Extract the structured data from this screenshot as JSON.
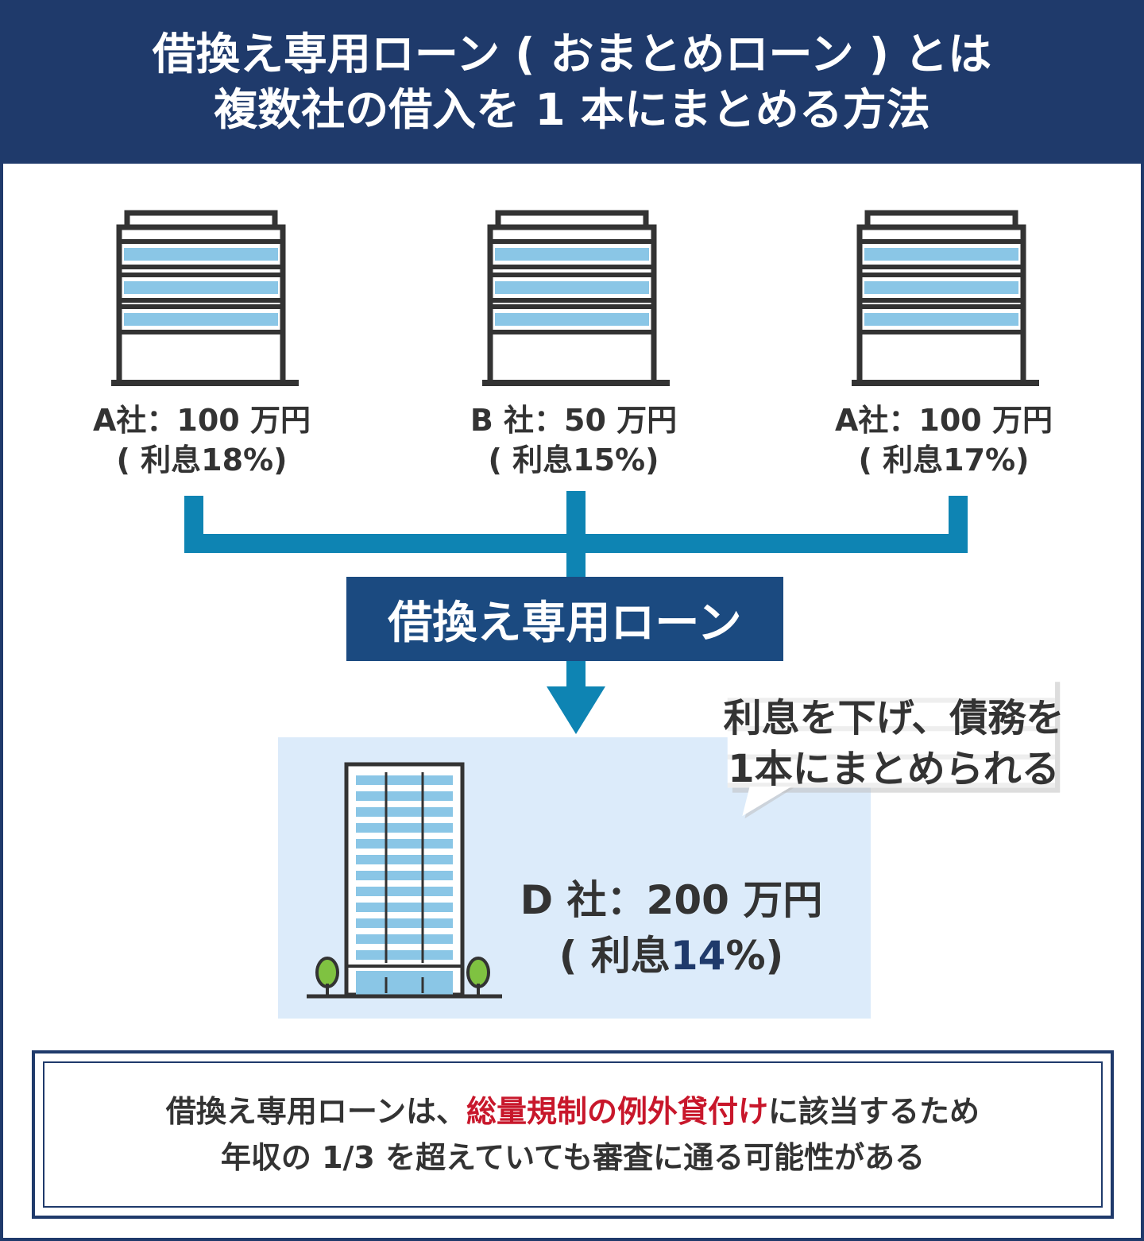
{
  "header": {
    "line1": "借換え専用ローン ( おまとめローン ) とは",
    "line2": "複数社の借入を 1 本にまとめる方法"
  },
  "companies": [
    {
      "name": "A社：100 万円",
      "rate": "( 利息18%)"
    },
    {
      "name": "B 社：50 万円",
      "rate": "( 利息15%)"
    },
    {
      "name": "A社：100 万円",
      "rate": "( 利息17%)"
    }
  ],
  "loan_box": {
    "label": "借換え専用ローン"
  },
  "bubble": {
    "line1": "利息を下げ、債務を",
    "line2": "1本にまとめられる"
  },
  "result": {
    "name": "D 社：200 万円",
    "rate_prefix": "( 利息",
    "rate_value": "14",
    "rate_suffix": "%)"
  },
  "note": {
    "line1_before": "借換え専用ローンは、",
    "line1_highlight": "総量規制の例外貸付け",
    "line1_after": "に該当するため",
    "line2": "年収の 1/3 を超えていても審査に通る可能性がある"
  },
  "colors": {
    "navy": "#1f3a6b",
    "teal": "#0e84b3",
    "loan_box": "#1b4a80",
    "window_blue": "#8ac6e6",
    "panel_blue": "#dcebfa",
    "highlight_red": "#c8172b"
  },
  "icons": [
    "office-building-icon",
    "tall-building-icon",
    "tree-icon"
  ]
}
